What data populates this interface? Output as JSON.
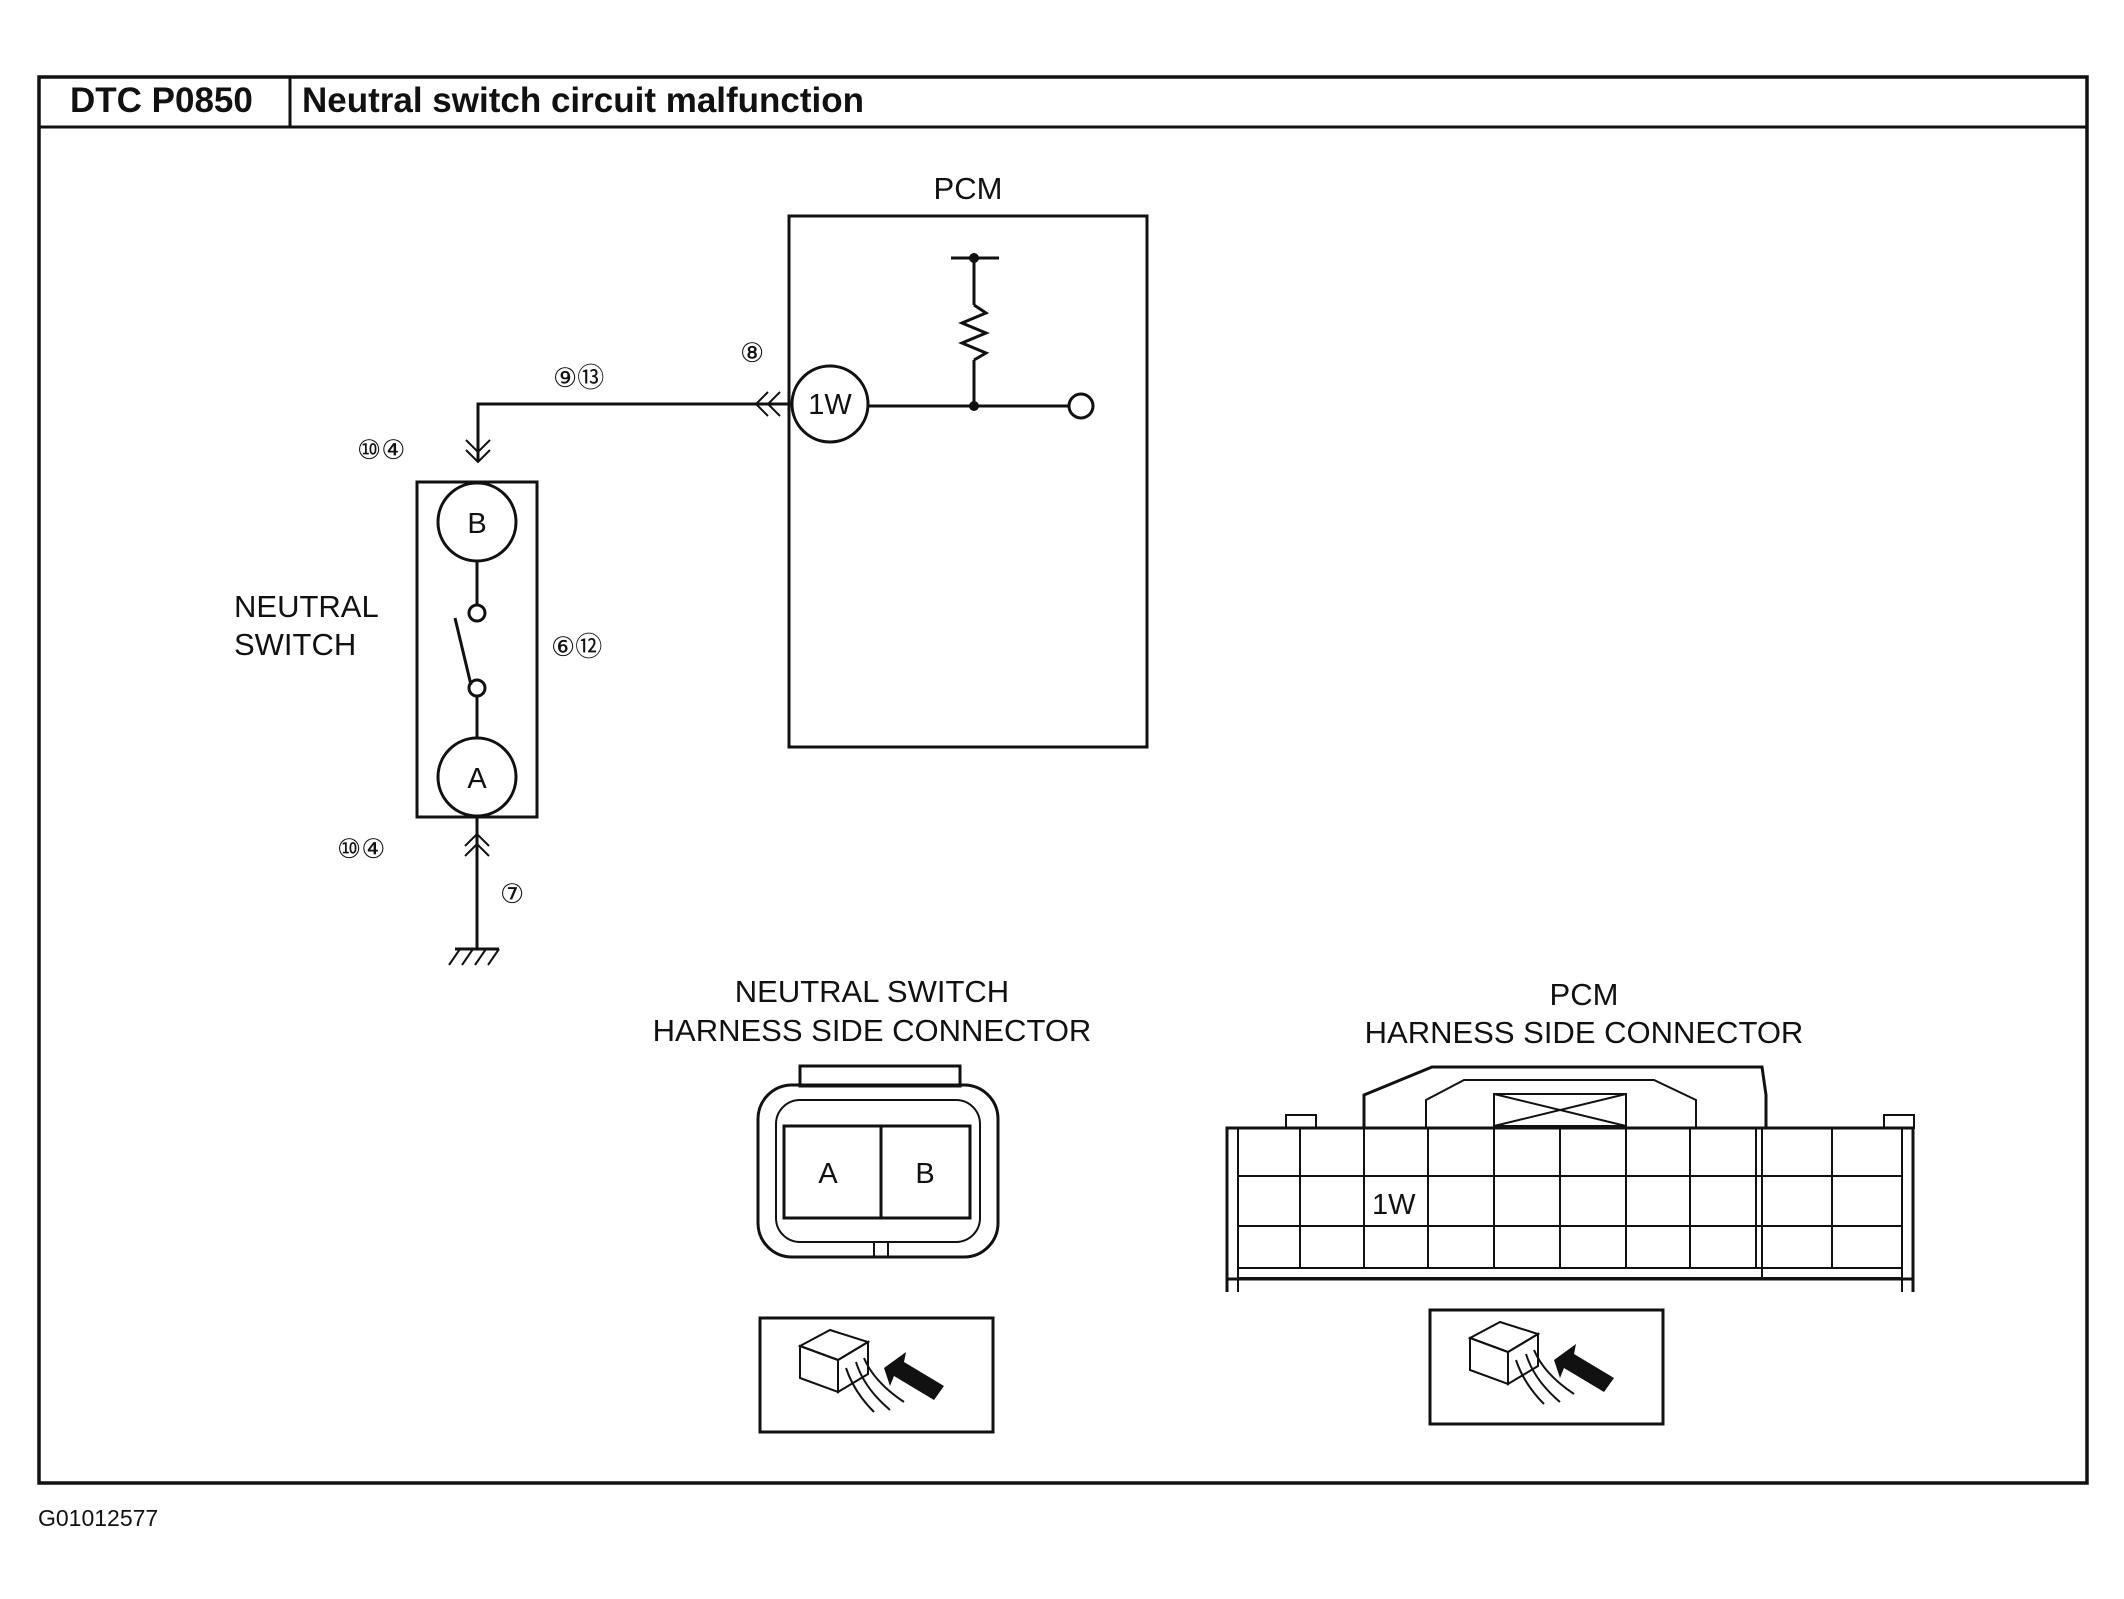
{
  "header": {
    "dtc_code": "DTC P0850",
    "title": "Neutral switch circuit malfunction"
  },
  "schematic": {
    "pcm_label": "PCM",
    "pcm_terminal": "1W",
    "switch_label_line1": "NEUTRAL",
    "switch_label_line2": "SWITCH",
    "terminal_b": "B",
    "terminal_a": "A",
    "step_refs": {
      "pcm_terminal": "⑧",
      "harness_wire": "⑨⑬",
      "switch_b_connector": "⑩④",
      "switch_internal": "⑥⑫",
      "switch_a_connector": "⑩④",
      "ground": "⑦"
    }
  },
  "connectors": {
    "neutral_switch": {
      "title_line1": "NEUTRAL SWITCH",
      "title_line2": "HARNESS SIDE CONNECTOR",
      "pin_a": "A",
      "pin_b": "B"
    },
    "pcm": {
      "title_line1": "PCM",
      "title_line2": "HARNESS SIDE CONNECTOR",
      "pin_1w": "1W"
    }
  },
  "footer": {
    "figure_id": "G01012577"
  }
}
